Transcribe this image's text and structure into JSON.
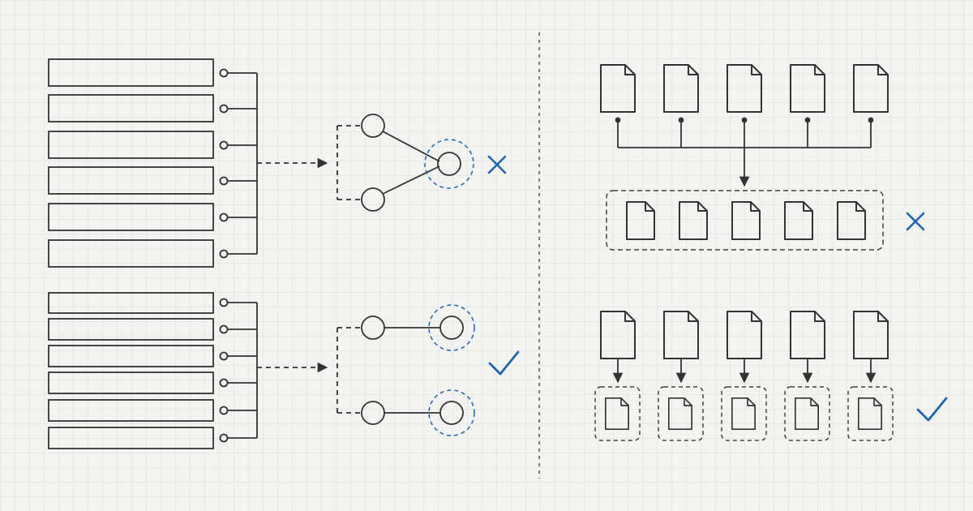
{
  "colors": {
    "background": "#f3f3f1",
    "grid": "#dcdcda",
    "stroke": "#333333",
    "accent": "#1f63b4"
  },
  "left_panel": {
    "top_diagram": {
      "rows": 6,
      "input_nodes": 2,
      "targets": 1,
      "verdict": "incorrect",
      "verdict_icon": "cross-icon"
    },
    "bottom_diagram": {
      "rows": 6,
      "input_nodes": 2,
      "targets": 2,
      "verdict": "correct",
      "verdict_icon": "check-icon"
    }
  },
  "right_panel": {
    "top_diagram": {
      "source_documents": 5,
      "grouped_documents": 5,
      "grouping": "single-shared-container",
      "verdict": "incorrect",
      "verdict_icon": "cross-icon"
    },
    "bottom_diagram": {
      "source_documents": 5,
      "target_documents": 5,
      "grouping": "one-container-per-document",
      "verdict": "correct",
      "verdict_icon": "check-icon"
    }
  }
}
